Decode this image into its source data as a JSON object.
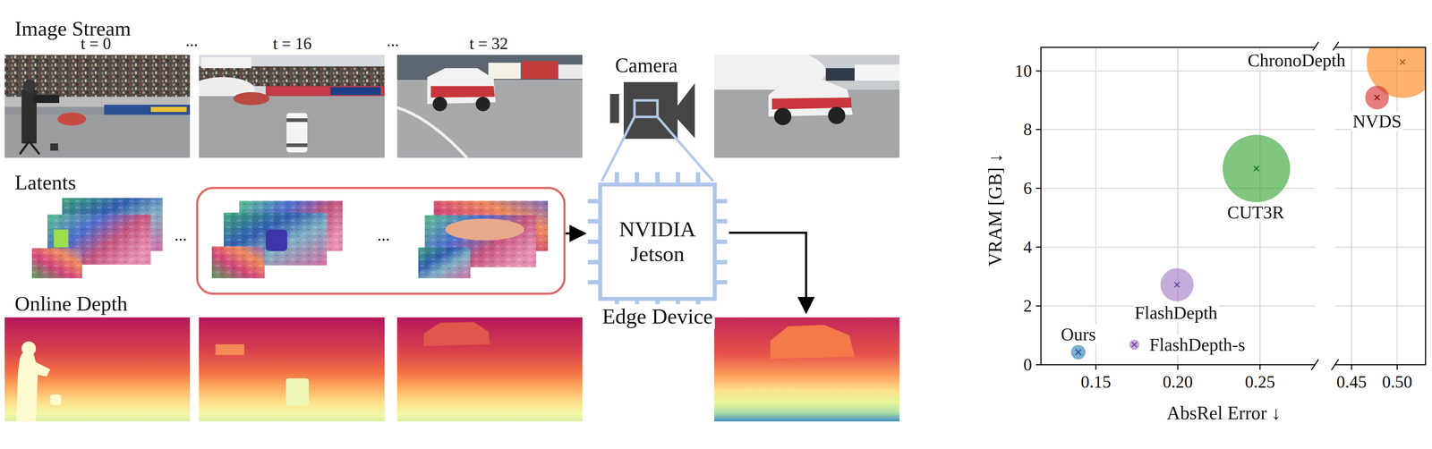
{
  "diagram": {
    "nodes": [
      {
        "text": [
          "NVIDIA Jetson",
          "Edge Device"
        ]
      }
    ],
    "labels": [
      "Image Stream",
      "t = 0",
      "...",
      "t = 16",
      "...",
      "t = 32",
      "Camera",
      "Latents",
      "...",
      "...",
      "Online Depth",
      "10",
      "8",
      "6",
      "4",
      "2",
      "0",
      "0.15",
      "0.20",
      "0.25",
      "0.45",
      "0.50",
      "VRAM [GB] ↓",
      "AbsRel Error ↓",
      "ChronoDepth",
      "NVDS",
      "CUT3R",
      "FlashDepth",
      "Ours",
      "FlashDepth-s"
    ]
  }
}
